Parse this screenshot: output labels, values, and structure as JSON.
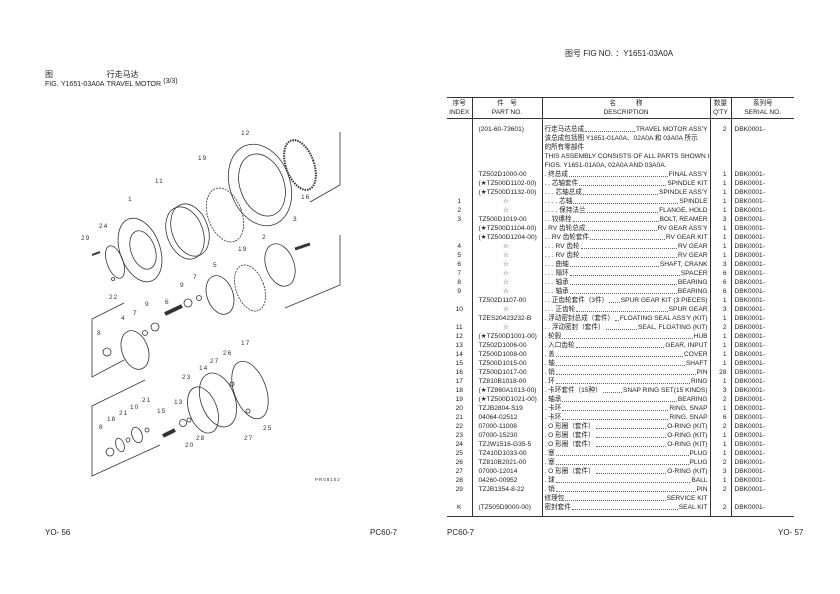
{
  "left_page": {
    "fig_cn": "图",
    "fig_en": "FIG.",
    "fig_number": "Y1651-03A0A",
    "title_cn": "行走马达",
    "title_en": "TRAVEL MOTOR",
    "sheet": "(3/3)",
    "footer_left": "YO- 56",
    "footer_right": "PC60-7",
    "diagram_code": "PR08152",
    "callouts": [
      "12",
      "16",
      "19",
      "11",
      "1",
      "24",
      "29",
      "22",
      "3",
      "2",
      "19",
      "5",
      "7",
      "9",
      "6",
      "9",
      "7",
      "4",
      "8",
      "17",
      "26",
      "27",
      "14",
      "23",
      "21",
      "10",
      "21",
      "13",
      "15",
      "18",
      "8",
      "20",
      "28",
      "27",
      "25"
    ]
  },
  "right_page": {
    "fig_no_label": "图号 FIG NO. ：Y1651-03A0A",
    "footer_left": "PC60-7",
    "footer_right": "YO- 57",
    "headers": {
      "index_cn": "序号",
      "index_en": "INDEX",
      "part_cn": "件　号",
      "part_en": "PART NO.",
      "desc_cn": "名　　　称",
      "desc_en": "DESCRIPTION",
      "qty_cn": "数量",
      "qty_en": "Q'TY",
      "serial_cn": "系列号",
      "serial_en": "SERIAL NO."
    },
    "rows": [
      {
        "index": "",
        "part": "(201-60-73601)",
        "lead": "",
        "cn": "行走马达总成",
        "en": "TRAVEL MOTOR ASS'Y",
        "qty": "2",
        "serial": "DBK0001-",
        "notes": [
          "该总成包括图 Y1651-01A0A、02A0A 和 03A0A 所示",
          "的所有零部件",
          "THIS ASSEMBLY CONSISTS OF ALL PARTS SHOWN IN",
          "FIGS. Y1651-01A0A, 02A0A AND 03A0A."
        ]
      },
      {
        "index": "",
        "part": "TZ502D1000-00",
        "lead": ". ",
        "cn": "终总成",
        "en": "FINAL ASS'Y",
        "qty": "1",
        "serial": "DBK0001-"
      },
      {
        "index": "",
        "part": "(★TZ500D1102-00)",
        "lead": ". . ",
        "cn": "芯轴套件",
        "en": "SPINDLE KIT",
        "qty": "1",
        "serial": "DBK0001-"
      },
      {
        "index": "",
        "part": "(★TZ500D1132-00)",
        "lead": ". . . ",
        "cn": "芯轴总成",
        "en": "SPINDLE ASS'Y",
        "qty": "1",
        "serial": "DBK0001-"
      },
      {
        "index": "1",
        "part": "☆",
        "lead": ". . . . ",
        "cn": "芯轴",
        "en": "SPINDLE",
        "qty": "1",
        "serial": "DBK0001-"
      },
      {
        "index": "2",
        "part": "☆",
        "lead": ". . . . ",
        "cn": "保持法兰",
        "en": "FLANGE, HOLD",
        "qty": "1",
        "serial": "DBK0001-"
      },
      {
        "index": "3",
        "part": "TZ500D1019-00",
        "lead": ". . ",
        "cn": "铰缧栓",
        "en": "BOLT, REAMER",
        "qty": "3",
        "serial": "DBK0001-"
      },
      {
        "index": "",
        "part": "(★TZ500D1104-00)",
        "lead": ". ",
        "cn": "RV 齿轮总成",
        "en": "RV GEAR ASS'Y",
        "qty": "1",
        "serial": "DBK0001-"
      },
      {
        "index": "",
        "part": "(★TZ500D1204-00)",
        "lead": ". . ",
        "cn": "RV 齿轮套件",
        "en": "RV GEAR KIT",
        "qty": "1",
        "serial": "DBK0001-"
      },
      {
        "index": "4",
        "part": "☆",
        "lead": ". . . ",
        "cn": "RV 齿轮",
        "en": "RV GEAR",
        "qty": "1",
        "serial": "DBK0001-"
      },
      {
        "index": "5",
        "part": "☆",
        "lead": ". . . ",
        "cn": "RV 齿轮",
        "en": "RV GEAR",
        "qty": "1",
        "serial": "DBK0001-"
      },
      {
        "index": "6",
        "part": "☆",
        "lead": ". . . ",
        "cn": "曲轴",
        "en": "SHAFT, CRANK",
        "qty": "3",
        "serial": "DBK0001-"
      },
      {
        "index": "7",
        "part": "☆",
        "lead": ". . . ",
        "cn": "隔环",
        "en": "SPACER",
        "qty": "6",
        "serial": "DBK0001-"
      },
      {
        "index": "8",
        "part": "☆",
        "lead": ". . . ",
        "cn": "轴承",
        "en": "BEARING",
        "qty": "6",
        "serial": "DBK0001-"
      },
      {
        "index": "9",
        "part": "☆",
        "lead": ". . . ",
        "cn": "轴承",
        "en": "BEARING",
        "qty": "6",
        "serial": "DBK0001-"
      },
      {
        "index": "",
        "part": "TZ502D1107-00",
        "lead": ". . ",
        "cn": "正齿轮套件（3件）",
        "en": "SPUR GEAR KIT (3 PIECES)",
        "qty": "1",
        "serial": "DBK0001-"
      },
      {
        "index": "10",
        "part": "☆",
        "lead": ". . . ",
        "cn": "正齿轮",
        "en": "SPUR GEAR",
        "qty": "3",
        "serial": "DBK0001-"
      },
      {
        "index": "",
        "part": "TZES20423232-B",
        "lead": ". ",
        "cn": "浮动密封总成（套件）",
        "en": "FLOATING SEAL ASS'Y (KIT)",
        "qty": "1",
        "serial": "DBK0001-"
      },
      {
        "index": "11",
        "part": "☆",
        "lead": ". . ",
        "cn": "浮动密封（套件）",
        "en": "SEAL, FLOATING (KIT)",
        "qty": "2",
        "serial": "DBK0001-"
      },
      {
        "index": "12",
        "part": "(★TZ500D1001-00)",
        "lead": ". ",
        "cn": "轮毂",
        "en": "HUB",
        "qty": "1",
        "serial": "DBK0001-"
      },
      {
        "index": "13",
        "part": "TZ502D1006-00",
        "lead": ". ",
        "cn": "入口齿轮",
        "en": "GEAR, INPUT",
        "qty": "1",
        "serial": "DBK0001-"
      },
      {
        "index": "14",
        "part": "TZ500D1008-00",
        "lead": ". ",
        "cn": "盖",
        "en": "COVER",
        "qty": "1",
        "serial": "DBK0001-"
      },
      {
        "index": "15",
        "part": "TZ500D1015-00",
        "lead": ". ",
        "cn": "轴",
        "en": "SHAFT",
        "qty": "1",
        "serial": "DBK0001-"
      },
      {
        "index": "16",
        "part": "TZ500D1017-00",
        "lead": ". ",
        "cn": "销",
        "en": "PIN",
        "qty": "28",
        "serial": "DBK0001-"
      },
      {
        "index": "17",
        "part": "TZ810B1018-00",
        "lead": ". ",
        "cn": "环",
        "en": "RING",
        "qty": "1",
        "serial": "DBK0001-"
      },
      {
        "index": "18",
        "part": "(★TZ860A1013-00)",
        "lead": ". ",
        "cn": "卡环套件（15种）",
        "en": "SNAP RING SET(15 KINDS)",
        "qty": "3",
        "serial": "DBK0001-"
      },
      {
        "index": "19",
        "part": "(★TZ500D1021-00)",
        "lead": ". ",
        "cn": "轴承",
        "en": "BEARING",
        "qty": "2",
        "serial": "DBK0001-"
      },
      {
        "index": "20",
        "part": "TZJB2804-S19",
        "lead": ". ",
        "cn": "卡环",
        "en": "RING, SNAP",
        "qty": "1",
        "serial": "DBK0001-"
      },
      {
        "index": "21",
        "part": "04064-02512",
        "lead": ". ",
        "cn": "卡环",
        "en": "RING, SNAP",
        "qty": "6",
        "serial": "DBK0001-"
      },
      {
        "index": "22",
        "part": "07000-11008",
        "lead": ". ",
        "cn": "O 形圈（套件）",
        "en": "O-RING (KIT)",
        "qty": "2",
        "serial": "DBK0001-"
      },
      {
        "index": "23",
        "part": "07000-15230",
        "lead": ". ",
        "cn": "O 形圈（套件）",
        "en": "O-RING (KIT)",
        "qty": "1",
        "serial": "DBK0001-"
      },
      {
        "index": "24",
        "part": "TZJW1516-G35-5",
        "lead": ". ",
        "cn": "O 形圈（套件）",
        "en": "O-RING (KIT)",
        "qty": "1",
        "serial": "DBK0001-"
      },
      {
        "index": "25",
        "part": "TZ410D1033-00",
        "lead": ". ",
        "cn": "塞",
        "en": "PLUG",
        "qty": "1",
        "serial": "DBK0001-"
      },
      {
        "index": "26",
        "part": "TZ810B2021-00",
        "lead": ". ",
        "cn": "塞",
        "en": "PLUG",
        "qty": "2",
        "serial": "DBK0001-"
      },
      {
        "index": "27",
        "part": "07000-12014",
        "lead": ". ",
        "cn": "O 形圈（套件）",
        "en": "O-RING (KIT)",
        "qty": "3",
        "serial": "DBK0001-"
      },
      {
        "index": "28",
        "part": "04260-00952",
        "lead": ". ",
        "cn": "球",
        "en": "BALL",
        "qty": "1",
        "serial": "DBK0001-"
      },
      {
        "index": "29",
        "part": "TZJB1354-8-22",
        "lead": ". ",
        "cn": "销",
        "en": "PIN",
        "qty": "2",
        "serial": "DBK0001-"
      },
      {
        "index": "",
        "part": "",
        "lead": "",
        "cn": "修理包",
        "en": "SERVICE KIT",
        "qty": "",
        "serial": ""
      },
      {
        "index": "K",
        "part": "(TZ505D9000-00)",
        "lead": "",
        "cn": "密封套件",
        "en": "SEAL KIT",
        "qty": "2",
        "serial": "DBK0001-"
      }
    ]
  }
}
